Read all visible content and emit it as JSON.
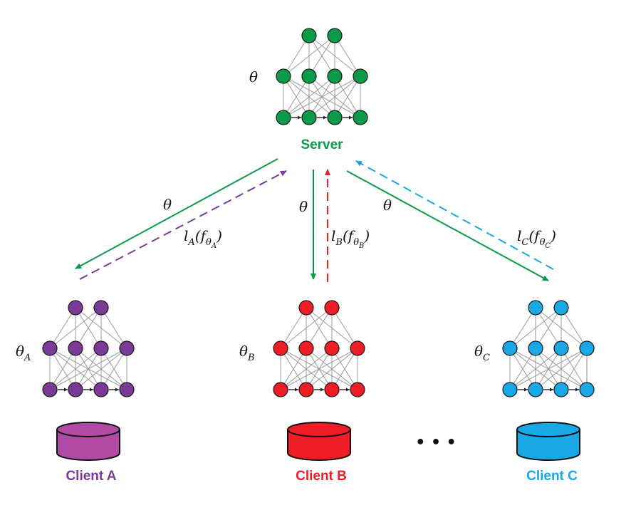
{
  "server": {
    "label": "Server",
    "param": "θ",
    "color": "#0b9a4a"
  },
  "clients": [
    {
      "id": "A",
      "label": "Client A",
      "param": "θ",
      "param_sub": "A",
      "loss": "l",
      "loss_sub": "A",
      "color": "#7a3a96",
      "db_color": "#b04aa4",
      "download_label": "θ"
    },
    {
      "id": "B",
      "label": "Client B",
      "param": "θ",
      "param_sub": "B",
      "loss": "l",
      "loss_sub": "B",
      "color": "#ee1c24",
      "db_color": "#ee1c24",
      "download_label": "θ"
    },
    {
      "id": "C",
      "label": "Client C",
      "param": "θ",
      "param_sub": "C",
      "loss": "l",
      "loss_sub": "C",
      "color": "#1aa7e6",
      "db_color": "#1aa7e6",
      "download_label": "θ"
    }
  ],
  "ellipsis": "• • •",
  "func_symbol": "f",
  "download_color": "#0b9a4a"
}
